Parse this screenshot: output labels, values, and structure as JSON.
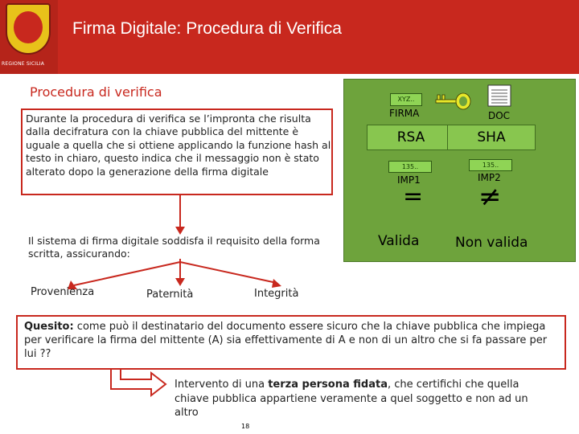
{
  "header": {
    "title": "Firma Digitale: Procedura di Verifica",
    "logo_text": "REGIONE SICILIA",
    "bg_color": "#c8281e"
  },
  "section_title": "Procedura di verifica",
  "description": "Durante la procedura di verifica se l’impronta che risulta dalla decifratura con la chiave pubblica del mittente è uguale a quella che si ottiene applicando la funzione hash al testo in chiaro, questo indica che il messaggio non è stato alterato dopo la generazione della firma digitale",
  "requirement": "Il sistema di firma digitale soddisfa il requisito della forma scritta, assicurando:",
  "properties": [
    "Provenienza",
    "Paternità",
    "Integrità"
  ],
  "panel": {
    "firma_tag": "XYZ..",
    "firma_label": "FIRMA",
    "doc_label": "DOC",
    "rsa_label": "RSA",
    "sha_label": "SHA",
    "imp1_tag": "135..",
    "imp1_label": "IMP1",
    "imp2_tag": "135..",
    "imp2_label": "IMP2",
    "equal_symbol": "=",
    "notequal_symbol": "≠",
    "valid_label": "Valida",
    "invalid_label": "Non valida",
    "bg_color": "#6ea33c"
  },
  "quesito": {
    "label": "Quesito:",
    "text": " come può il destinatario del documento essere sicuro che la chiave pubblica che impiega per verificare la firma del mittente (A) sia effettivamente di A e non di un altro che si fa passare per lui ??"
  },
  "intervento": {
    "before": "Intervento di una ",
    "bold": "terza persona fidata",
    "after": ", che certifichi che quella chiave pubblica appartiene veramente a quel soggetto e non ad un altro"
  },
  "page_number": "18"
}
